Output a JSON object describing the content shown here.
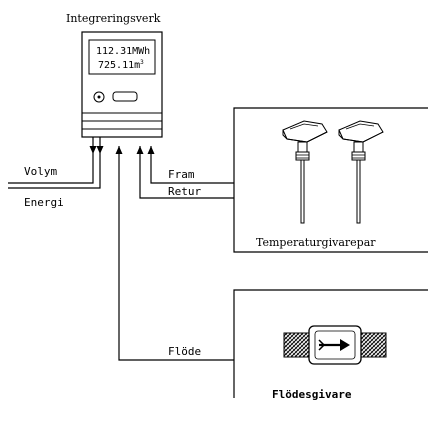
{
  "title": "Integreringsverk",
  "meter": {
    "energy_value": "112.31",
    "energy_unit": "MWh",
    "volume_value": "725.11",
    "volume_unit": "m",
    "volume_exponent": "3"
  },
  "signals": {
    "volume": "Volym",
    "energy": "Energi",
    "supply": "Fram",
    "return": "Retur",
    "flow": "Flöde"
  },
  "temperature_sensors": {
    "label": "Temperaturgivarepar"
  },
  "flow_sensor": {
    "label": "Flödesgivare"
  }
}
